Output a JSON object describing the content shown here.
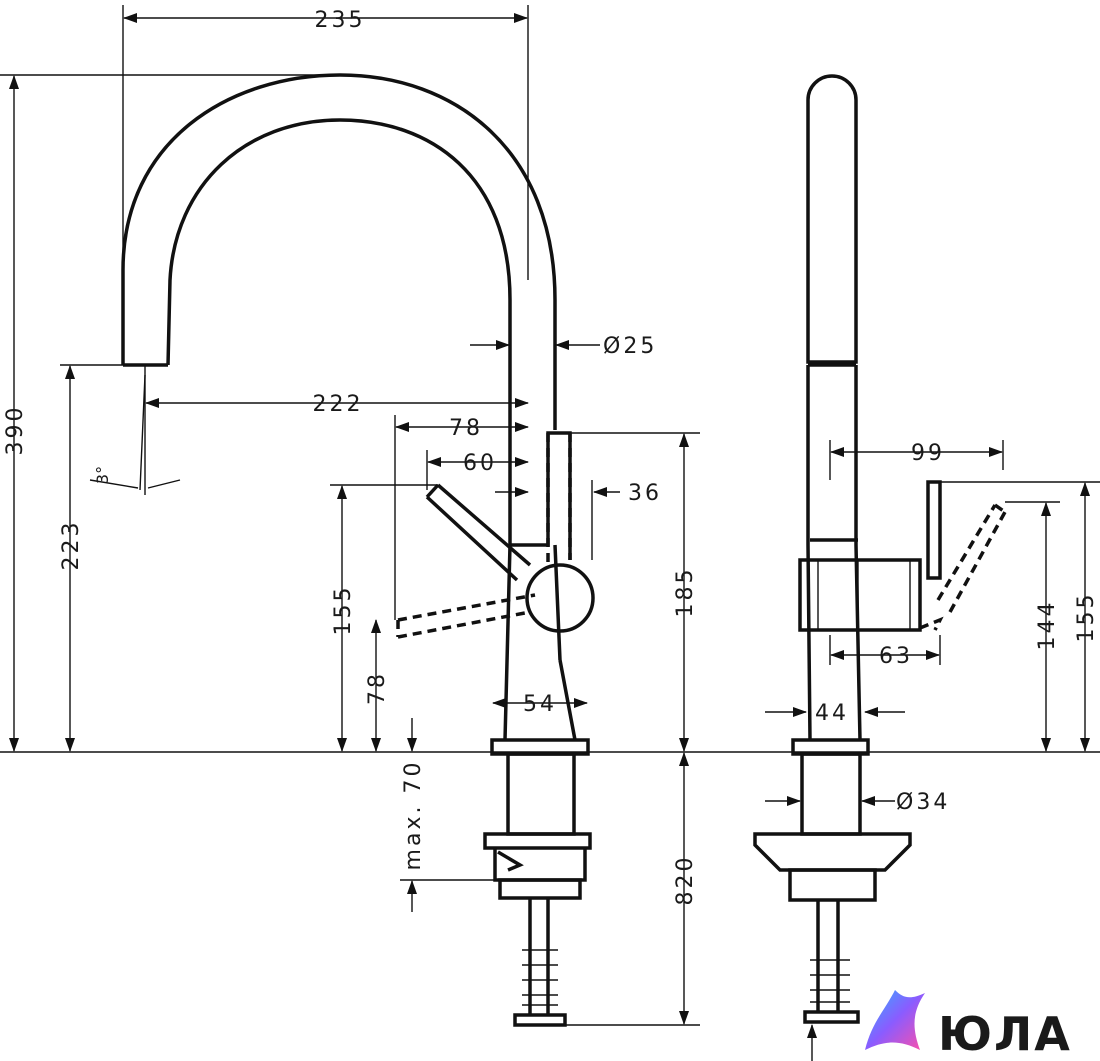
{
  "front_view": {
    "width_235": "235",
    "height_390": "390",
    "spout_reach_222": "222",
    "spout_height_223": "223",
    "pipe_diameter": "Ø25",
    "lever_78": "78",
    "lever_60": "60",
    "lever_36": "36",
    "lever_height_155": "155",
    "lever_low_78": "78",
    "body_height_185": "185",
    "base_width_54": "54",
    "deck_thickness": "max. 70",
    "hose_length_820": "820",
    "spout_angle": "3°"
  },
  "side_view": {
    "lever_offset_99": "99",
    "body_depth_63": "63",
    "base_width_44": "44",
    "mount_diameter": "Ø34",
    "handle_height_144": "144",
    "handle_height_155": "155"
  },
  "brand": {
    "name": "ЮЛА",
    "gradient_start": "#2fb3ff",
    "gradient_mid": "#8a5cff",
    "gradient_end": "#ff4fa8"
  }
}
